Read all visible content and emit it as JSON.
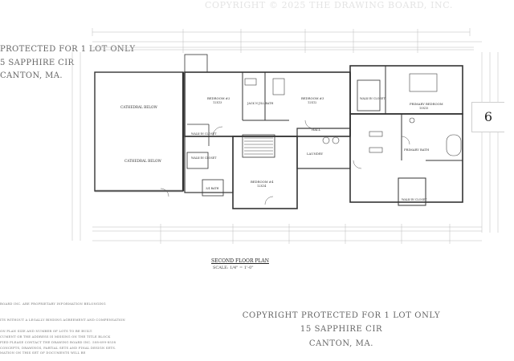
{
  "watermark": "COPYRIGHT © 2025 THE DRAWING BOARD, INC.",
  "notice_top": {
    "line1": "PROTECTED FOR 1 LOT ONLY",
    "line2": "5 SAPPHIRE CIR",
    "line3": "CANTON, MA."
  },
  "notice_bottom": {
    "line1": "COPYRIGHT PROTECTED FOR 1 LOT ONLY",
    "line2": "15 SAPPHIRE CIR",
    "line3": "CANTON, MA."
  },
  "sheet_number": "6",
  "plan": {
    "title": "SECOND FLOOR PLAN",
    "scale": "SCALE: 1/4\" = 1'-0\"",
    "rooms": {
      "cathedral_1": "CATHEDRAL BELOW",
      "cathedral_2": "CATHEDRAL BELOW",
      "bedroom_2": "BEDROOM #2",
      "bedroom_2_size": "12X13",
      "jack_jill": "JACK N JILL BATH",
      "bedroom_3": "BEDROOM #3",
      "bedroom_3_size": "12X12",
      "walkin_1": "WALK-IN CLOSET",
      "primary_bedroom": "PRIMARY BEDROOM",
      "primary_bedroom_size": "15X15",
      "walkin_closet_2": "WALK-IN CLOSET",
      "hall": "HALL",
      "laundry": "LAUNDRY",
      "primary_bath": "PRIMARY BATH",
      "walkin_closet_3": "WALK-IN CLOSET",
      "bedroom_4": "BEDROOM #4",
      "bedroom_4_size": "12X14",
      "bath_3_4": "3/4 BATH",
      "walkin_closet_4": "WALK-IN CLOSET"
    }
  },
  "disclaimer": {
    "l1": "BOARD INC. ARE PROPRIETARY INFORMATION BELONGING",
    "l2": "ITS WITHOUT A LEGALLY BINDING AGREEMENT AND COMPENSATION",
    "l3": "ON PLAN SIZE AND NUMBER OF LOTS TO BE BUILT.",
    "l4": "CUMENT OR THE ADDRESS IS MISSING ON THE TITLE BLOCK",
    "l5": "FIED PLEASE CONTACT THE DRAWING BOARD INC. 508-699-8538",
    "l6": "CONCEPTS, DRAWINGS, PARTIAL SETS AND FINAL DESIGN SETS.",
    "l7": "MATION ON THIS SET OF DOCUMENTS WILL BE"
  }
}
